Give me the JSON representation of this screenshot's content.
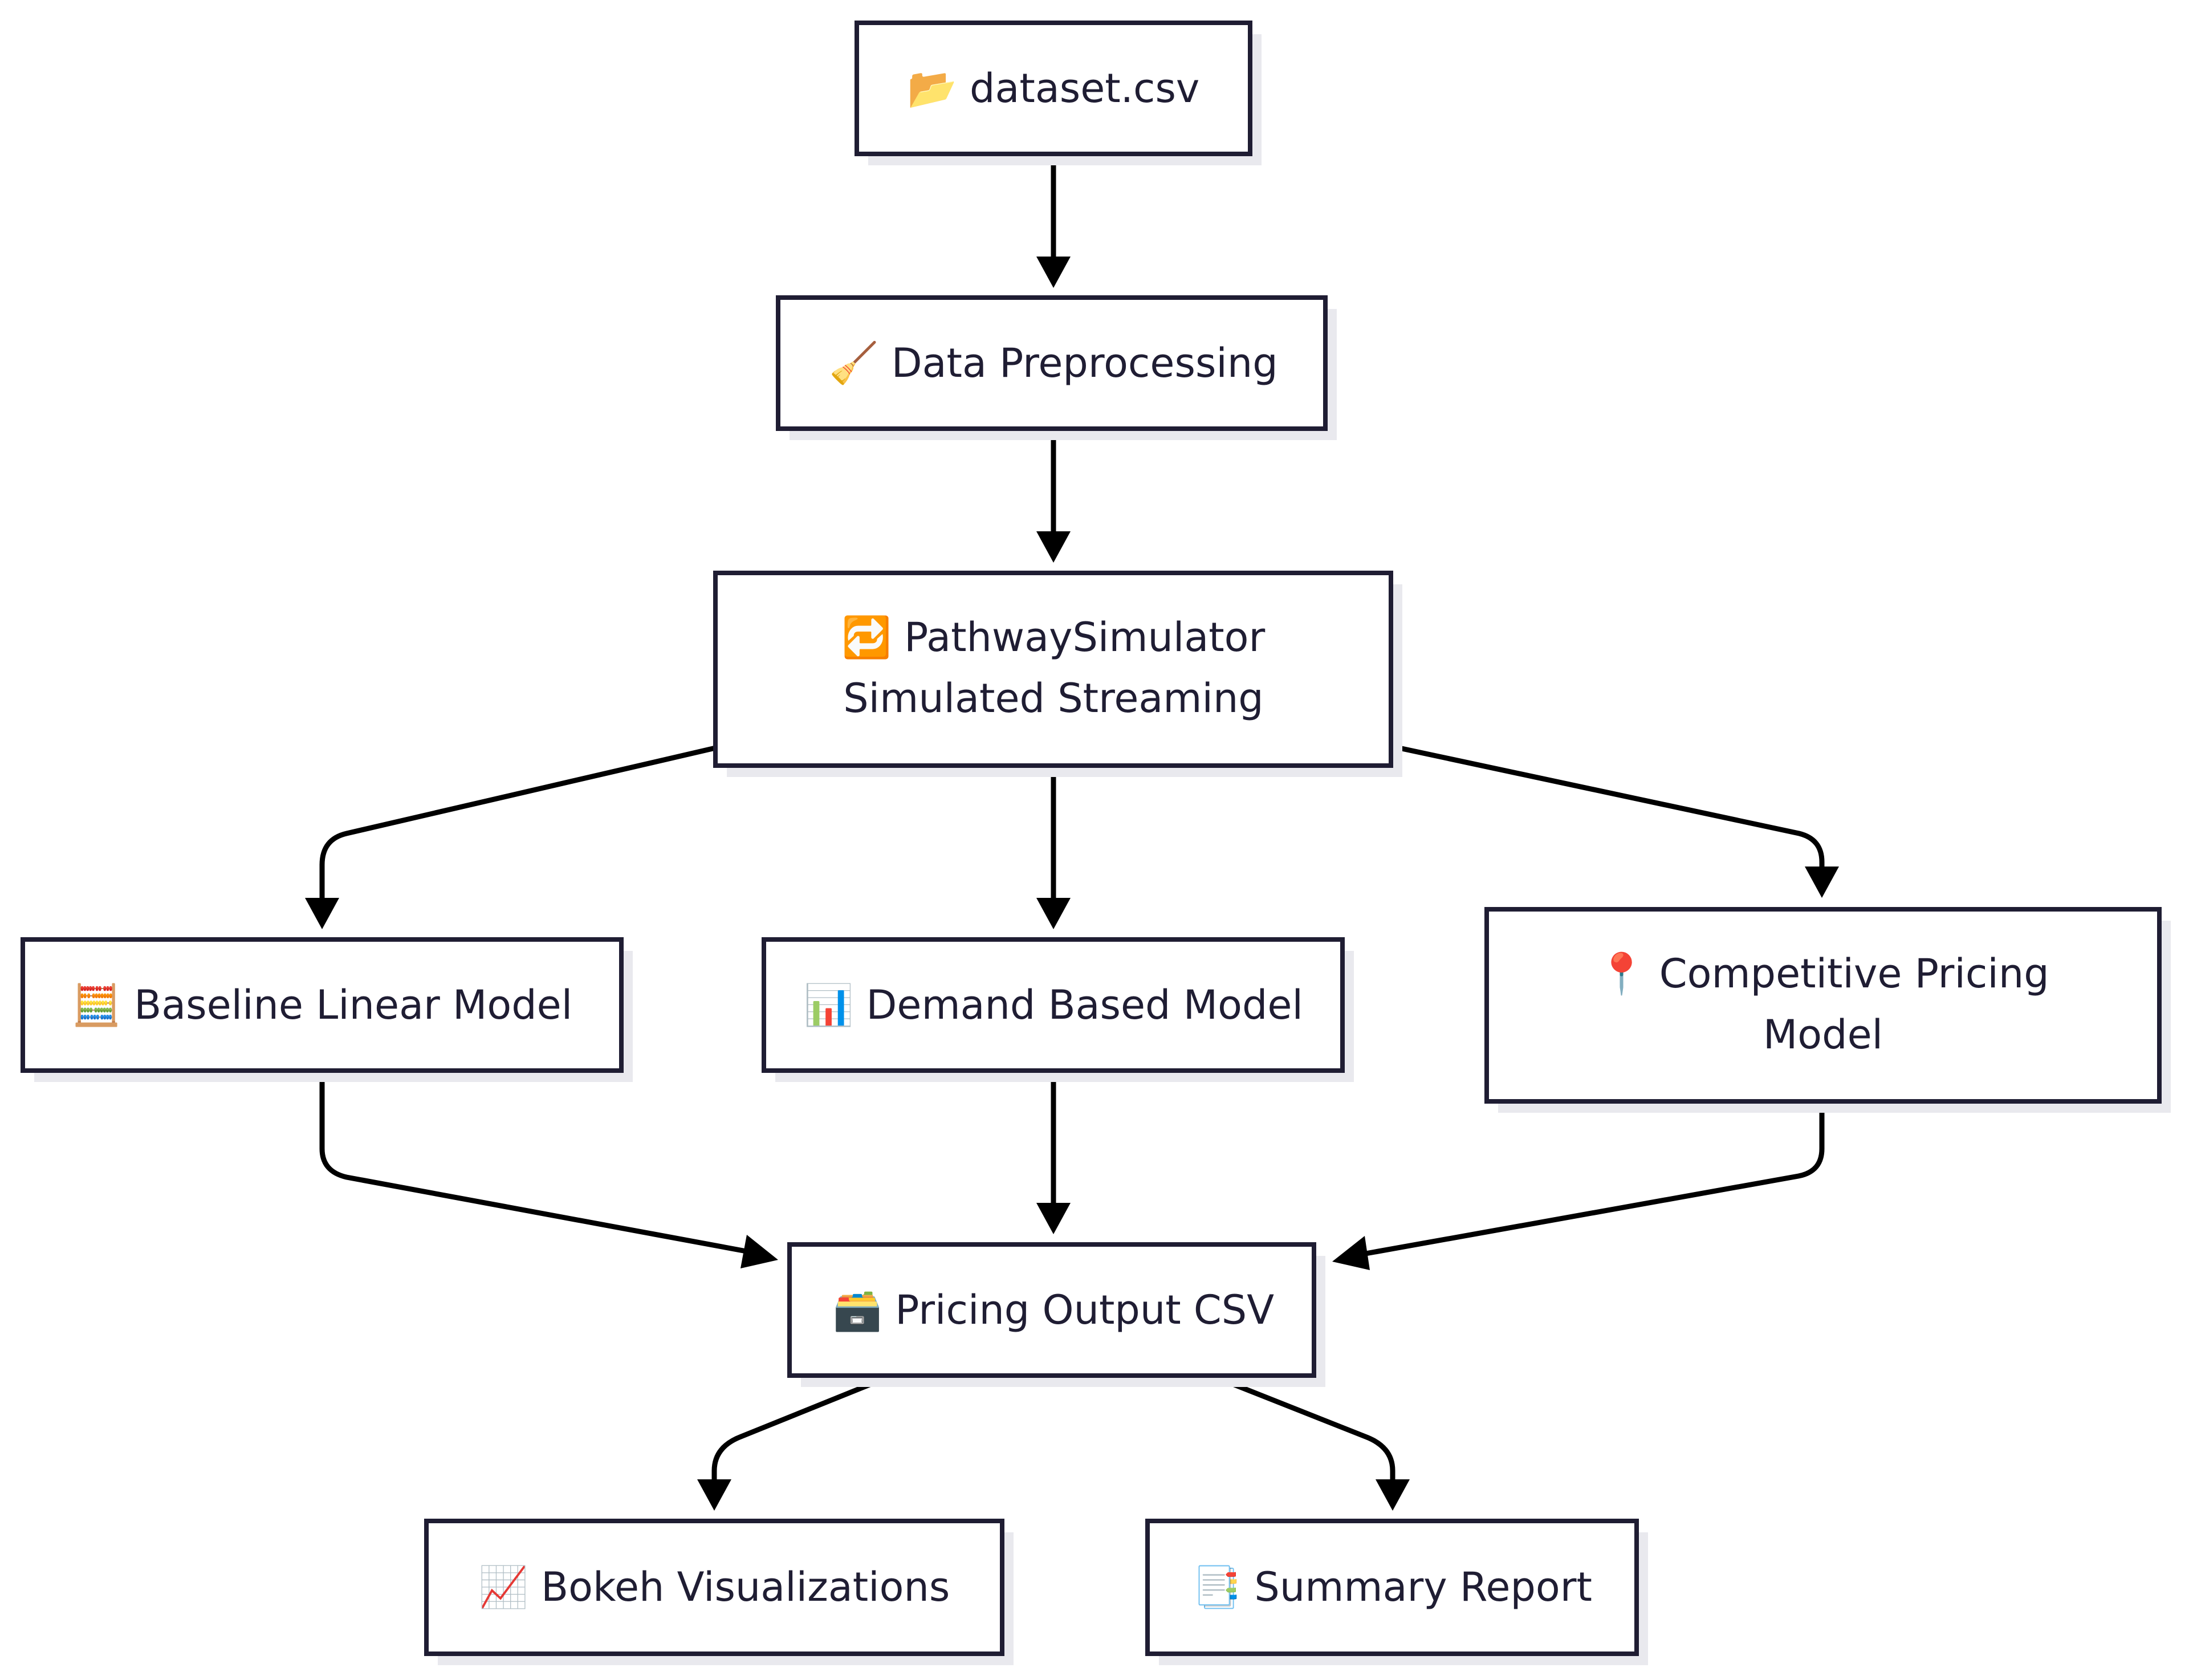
{
  "colors": {
    "node_border": "#1f1d33",
    "node_fill": "#ffffff",
    "node_shadow": "#e9e9ee",
    "edge": "#000000",
    "text": "#1f1d33"
  },
  "nodes": {
    "dataset": {
      "icon": "open-folder-icon",
      "label": "📂 dataset.csv"
    },
    "preprocessing": {
      "icon": "broom-icon",
      "label": "🧹 Data Preprocessing"
    },
    "simulator": {
      "icon": "repeat-arrows-icon",
      "label_line1": "🔁 PathwaySimulator",
      "label_line2": "Simulated Streaming"
    },
    "baseline": {
      "icon": "abacus-icon",
      "label": "🧮 Baseline Linear Model"
    },
    "demand": {
      "icon": "bar-chart-icon",
      "label": "📊 Demand Based Model"
    },
    "competitive": {
      "icon": "round-pushpin-icon",
      "label_line1": "📍 Competitive Pricing",
      "label_line2": "Model"
    },
    "output": {
      "icon": "file-cabinet-icon",
      "label": "🗃️ Pricing Output CSV"
    },
    "bokeh": {
      "icon": "chart-increasing-icon",
      "label": "📈 Bokeh Visualizations"
    },
    "summary": {
      "icon": "bookmark-tabs-icon",
      "label": "📑 Summary Report"
    }
  },
  "edges": [
    {
      "from": "dataset",
      "to": "preprocessing"
    },
    {
      "from": "preprocessing",
      "to": "simulator"
    },
    {
      "from": "simulator",
      "to": "baseline"
    },
    {
      "from": "simulator",
      "to": "demand"
    },
    {
      "from": "simulator",
      "to": "competitive"
    },
    {
      "from": "baseline",
      "to": "output"
    },
    {
      "from": "demand",
      "to": "output"
    },
    {
      "from": "competitive",
      "to": "output"
    },
    {
      "from": "output",
      "to": "bokeh"
    },
    {
      "from": "output",
      "to": "summary"
    }
  ]
}
